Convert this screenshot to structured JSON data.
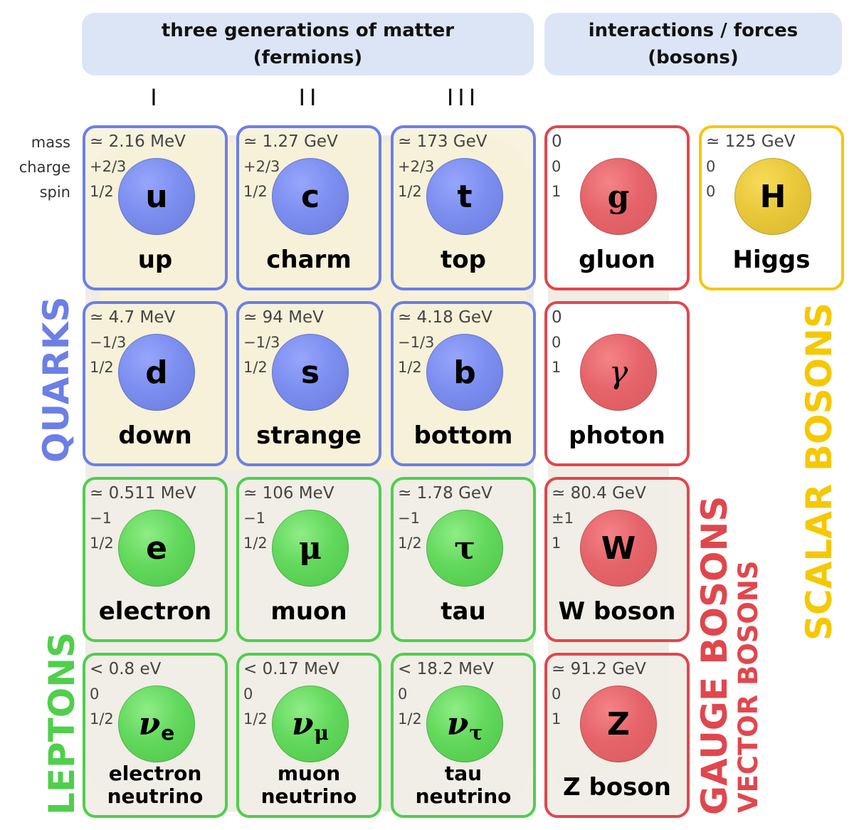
{
  "header": {
    "fermions_title": "three generations of matter",
    "fermions_subtitle": "(fermions)",
    "bosons_title": "interactions / forces",
    "bosons_subtitle": "(bosons)"
  },
  "generations": [
    "I",
    "II",
    "III"
  ],
  "row_labels": {
    "mass": "mass",
    "charge": "charge",
    "spin": "spin"
  },
  "group_labels": {
    "quarks": "QUARKS",
    "leptons": "LEPTONS",
    "gauge_bosons": "GAUGE BOSONS",
    "vector_bosons": "VECTOR BOSONS",
    "scalar_bosons": "SCALAR BOSONS"
  },
  "colors": {
    "quark": "#6b7fe6",
    "lepton": "#4fcf4b",
    "gauge": "#e0474d",
    "scalar": "#f5c800",
    "header_bg": "#dbe5f5"
  },
  "particles": {
    "up": {
      "mass": "≃ 2.16 MeV",
      "charge": "+2/3",
      "spin": "1/2",
      "symbol": "u",
      "name": "up"
    },
    "charm": {
      "mass": "≃ 1.27 GeV",
      "charge": "+2/3",
      "spin": "1/2",
      "symbol": "c",
      "name": "charm"
    },
    "top": {
      "mass": "≃ 173 GeV",
      "charge": "+2/3",
      "spin": "1/2",
      "symbol": "t",
      "name": "top"
    },
    "gluon": {
      "mass": "0",
      "charge": "0",
      "spin": "1",
      "symbol": "g",
      "name": "gluon"
    },
    "higgs": {
      "mass": "≃ 125 GeV",
      "charge": "0",
      "spin": "0",
      "symbol": "H",
      "name": "Higgs"
    },
    "down": {
      "mass": "≃ 4.7 MeV",
      "charge": "−1/3",
      "spin": "1/2",
      "symbol": "d",
      "name": "down"
    },
    "strange": {
      "mass": "≃ 94 MeV",
      "charge": "−1/3",
      "spin": "1/2",
      "symbol": "s",
      "name": "strange"
    },
    "bottom": {
      "mass": "≃ 4.18 GeV",
      "charge": "−1/3",
      "spin": "1/2",
      "symbol": "b",
      "name": "bottom"
    },
    "photon": {
      "mass": "0",
      "charge": "0",
      "spin": "1",
      "symbol": "γ",
      "name": "photon"
    },
    "electron": {
      "mass": "≃ 0.511 MeV",
      "charge": "−1",
      "spin": "1/2",
      "symbol": "e",
      "name": "electron"
    },
    "muon": {
      "mass": "≃ 106 MeV",
      "charge": "−1",
      "spin": "1/2",
      "symbol": "μ",
      "name": "muon"
    },
    "tau": {
      "mass": "≃ 1.78 GeV",
      "charge": "−1",
      "spin": "1/2",
      "symbol": "τ",
      "name": "tau"
    },
    "w_boson": {
      "mass": "≃ 80.4 GeV",
      "charge": "±1",
      "spin": "1",
      "symbol": "W",
      "name": "W boson"
    },
    "nu_e": {
      "mass": "< 0.8 eV",
      "charge": "0",
      "spin": "1/2",
      "symbol": "ν",
      "subscript": "e",
      "name_line1": "electron",
      "name_line2": "neutrino"
    },
    "nu_mu": {
      "mass": "< 0.17 MeV",
      "charge": "0",
      "spin": "1/2",
      "symbol": "ν",
      "subscript": "μ",
      "name_line1": "muon",
      "name_line2": "neutrino"
    },
    "nu_tau": {
      "mass": "< 18.2 MeV",
      "charge": "0",
      "spin": "1/2",
      "symbol": "ν",
      "subscript": "τ",
      "name_line1": "tau",
      "name_line2": "neutrino"
    },
    "z_boson": {
      "mass": "≃ 91.2 GeV",
      "charge": "0",
      "spin": "1",
      "symbol": "Z",
      "name": "Z boson"
    }
  }
}
